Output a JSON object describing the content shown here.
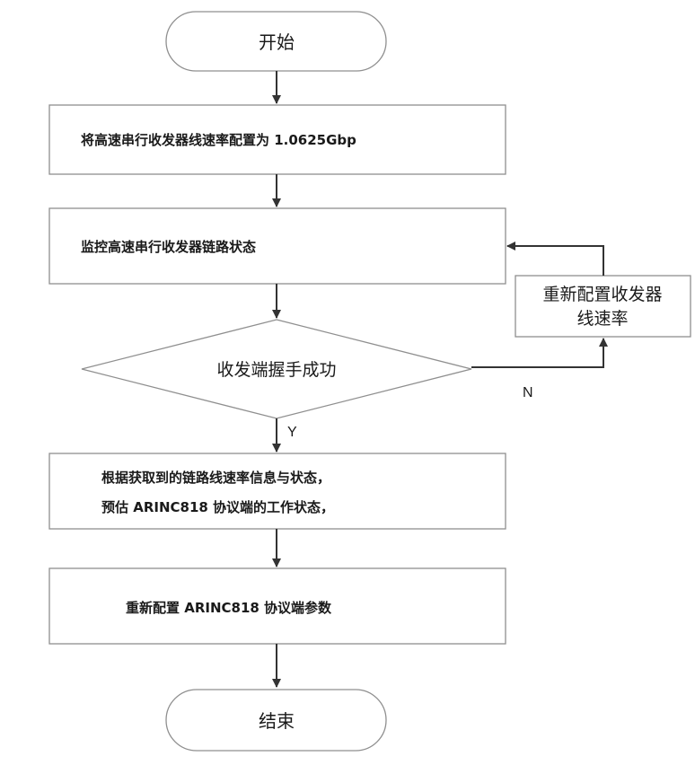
{
  "flowchart": {
    "start": "开始",
    "step_config": "将高速串行收发器线速率配置为 1.0625Gbp",
    "step_monitor": "监控高速串行收发器链路状态",
    "decision": "收发端握手成功",
    "reconfig_line1": "重新配置收发器",
    "reconfig_line2": "线速率",
    "label_no": "N",
    "label_yes": "Y",
    "step_estimate_line1": "根据获取到的链路线速率信息与状态，",
    "step_estimate_line2": "预估 ARINC818 协议端的工作状态，",
    "step_reconfigure_params": "重新配置 ARINC818 协议端参数",
    "end": "结束"
  }
}
